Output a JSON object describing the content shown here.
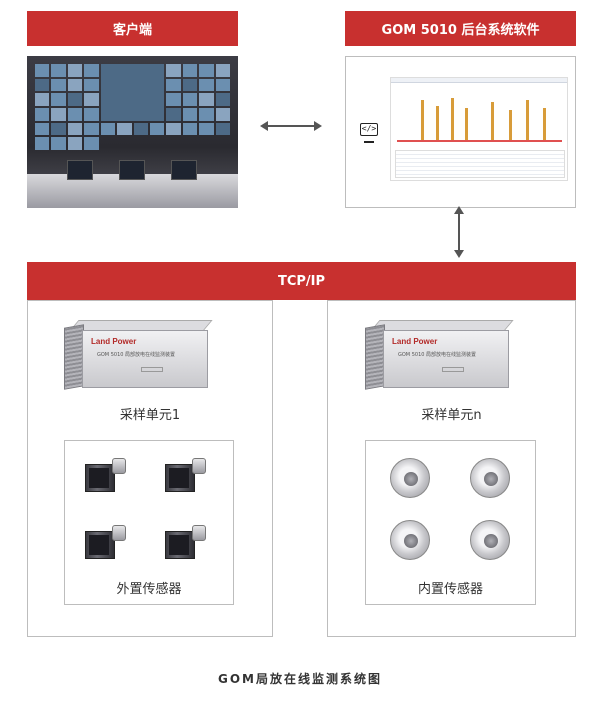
{
  "headers": {
    "client": "客户端",
    "software": "GOM 5010 后台系统软件",
    "network": "TCP/IP"
  },
  "units": [
    {
      "brand": "Land Power",
      "model": "GOM 5010 局部放电在线监测装置",
      "label": "采样单元1",
      "sensors_label": "外置传感器",
      "sensor_type": "external-sensor"
    },
    {
      "brand": "Land Power",
      "model": "GOM 5010 局部放电在线监测装置",
      "label": "采样单元n",
      "sensors_label": "内置传感器",
      "sensor_type": "internal-sensor"
    }
  ],
  "icons": [
    "code-monitor-icon",
    "bidirectional-arrow-icon"
  ],
  "colors": {
    "accent": "#c8302f",
    "border": "#bdbdbd"
  },
  "caption": "GOM局放在线监测系统图"
}
